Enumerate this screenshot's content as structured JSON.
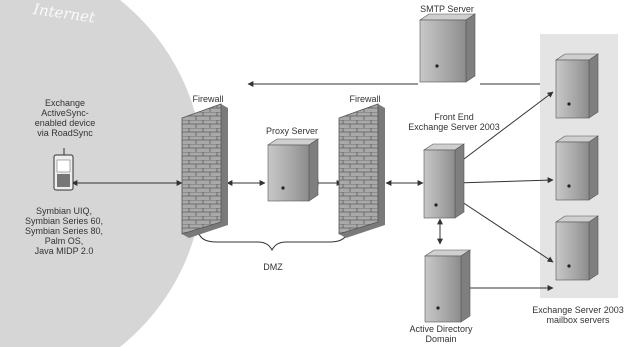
{
  "labels": {
    "internet": "Internet",
    "smtp": "SMTP Server",
    "firewall_left": "Firewall",
    "firewall_right": "Firewall",
    "proxy": "Proxy Server",
    "frontend": "Front End\nExchange Server 2003",
    "device": "Exchange\nActiveSync-\nenabled device\nvia RoadSync",
    "platforms": "Symbian UIQ,\nSymbian Series 60,\nSymbian Series 80,\nPalm OS,\nJava MIDP 2.0",
    "dmz": "DMZ",
    "ad": "Active Directory\nDomain",
    "mailbox": "Exchange Server 2003\nmailbox servers"
  },
  "colors": {
    "internet_zone": "#d6d6d6",
    "mailbox_zone": "#e4e4e4",
    "server_body": "#aeaeae",
    "brick": "#9e9e9e",
    "line": "#333333"
  }
}
